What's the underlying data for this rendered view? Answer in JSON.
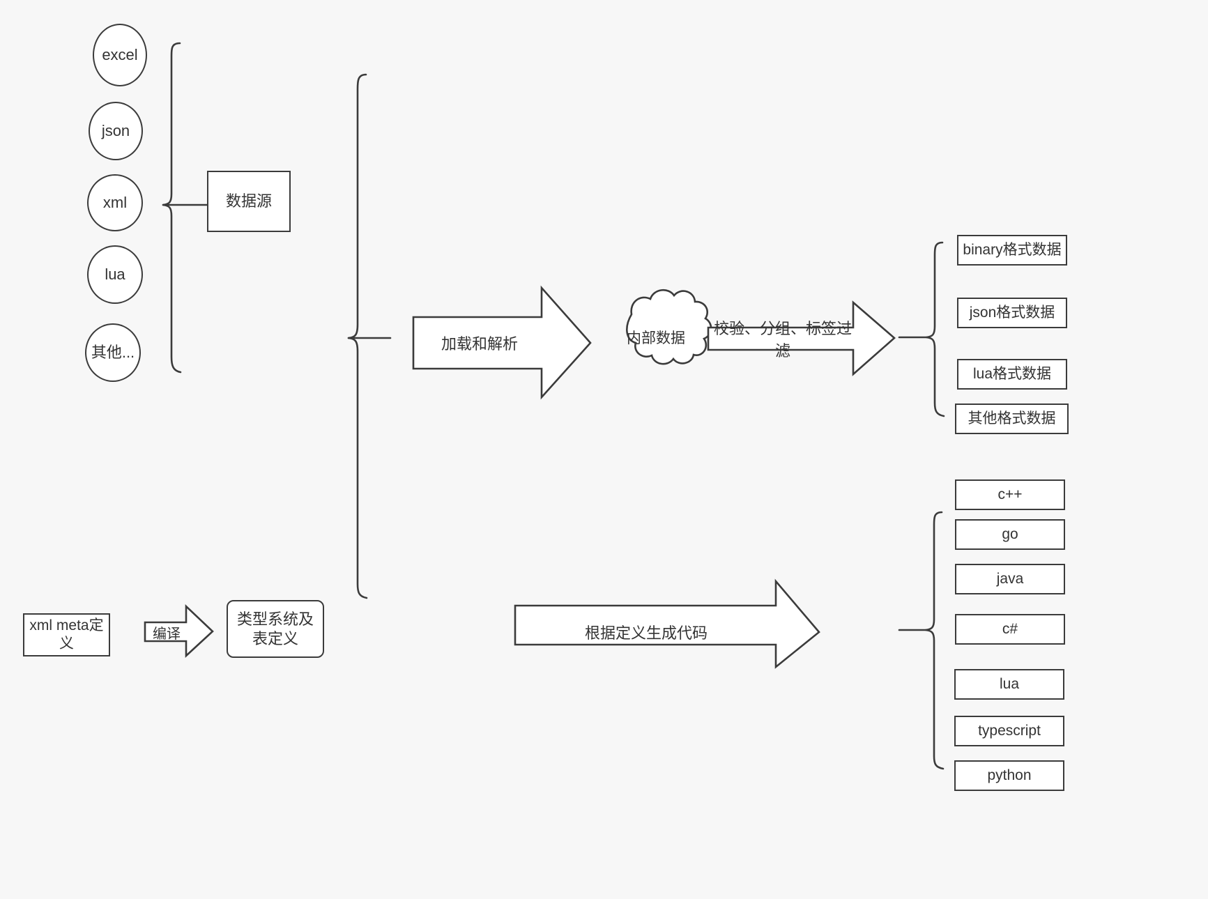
{
  "diagram": {
    "title": "data pipeline diagram",
    "background_color": "#f7f7f7",
    "stroke_color": "#3b3b3b",
    "fill_color": "#ffffff",
    "text_color": "#333333"
  },
  "sources": {
    "items": [
      {
        "label": "excel"
      },
      {
        "label": "json"
      },
      {
        "label": "xml"
      },
      {
        "label": "lua"
      },
      {
        "label": "其他..."
      }
    ],
    "group_label": "数据源"
  },
  "meta": {
    "input_label": "xml meta定义",
    "compile_arrow_label": "编译",
    "output_label": "类型系统及表定义"
  },
  "pipeline": {
    "load_arrow_label": "加载和解析",
    "cloud_label": "内部数据",
    "process_arrow_label": "校验、分组、标签过滤",
    "codegen_arrow_label": "根据定义生成代码"
  },
  "outputs": {
    "data_formats": [
      {
        "label": "binary格式数据"
      },
      {
        "label": "json格式数据"
      },
      {
        "label": "lua格式数据"
      },
      {
        "label": "其他格式数据"
      }
    ],
    "languages": [
      {
        "label": "c++"
      },
      {
        "label": "go"
      },
      {
        "label": "java"
      },
      {
        "label": "c#"
      },
      {
        "label": "lua"
      },
      {
        "label": "typescript"
      },
      {
        "label": "python"
      }
    ]
  }
}
